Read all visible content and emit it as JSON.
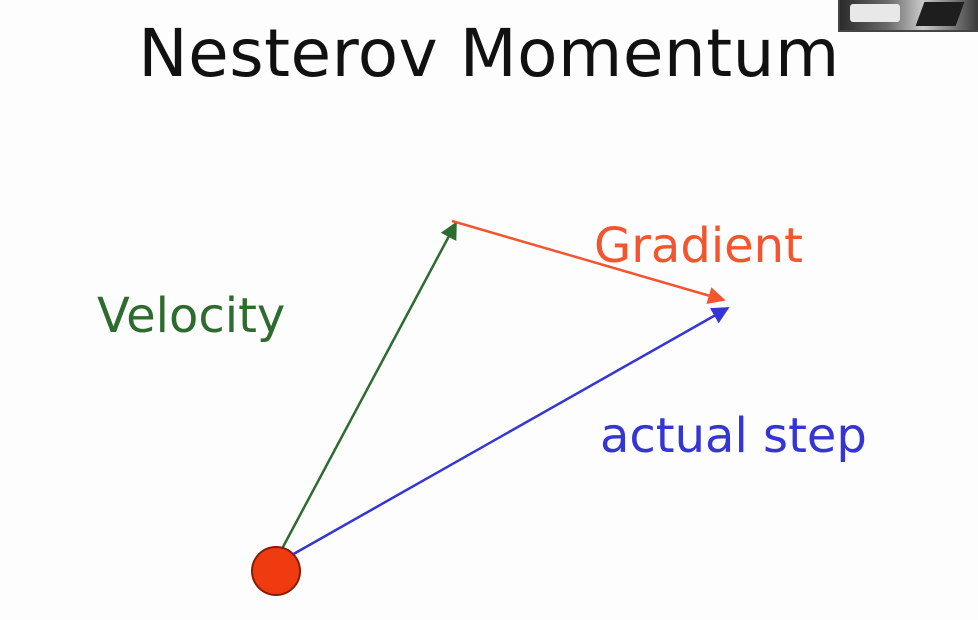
{
  "title": "Nesterov Momentum",
  "labels": {
    "velocity": "Velocity",
    "gradient": "Gradient",
    "actual_step": "actual step"
  },
  "colors": {
    "velocity": "#2e6b2e",
    "gradient": "#f2552f",
    "actual_step": "#3535d6",
    "start_point": "#f03a10",
    "title": "#111111"
  }
}
